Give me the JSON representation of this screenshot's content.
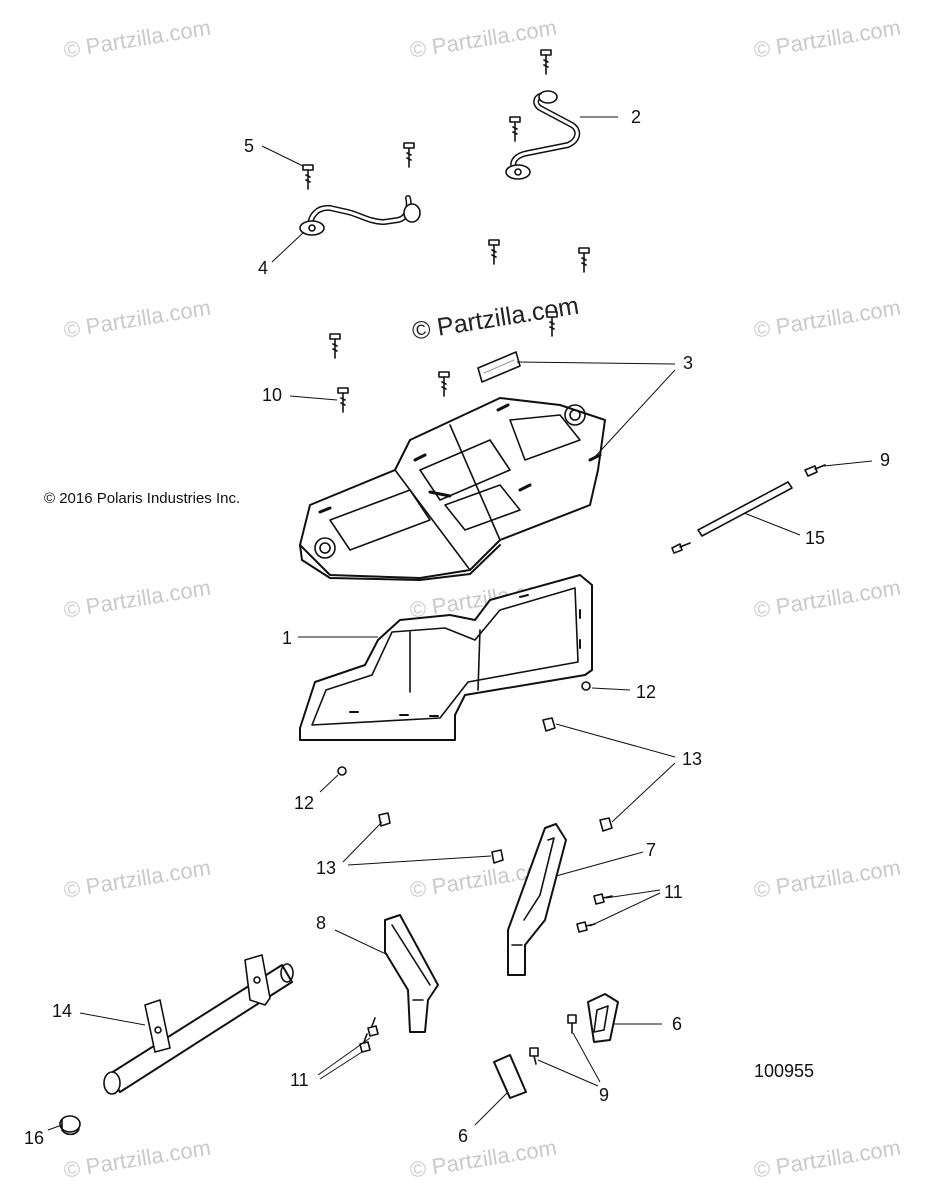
{
  "watermark": "© Partzilla.com",
  "copyright": "© 2016 Polaris Industries Inc.",
  "diagram_number": "100955",
  "callouts": {
    "c1": "1",
    "c2": "2",
    "c3": "3",
    "c4": "4",
    "c5": "5",
    "c6a": "6",
    "c6b": "6",
    "c7": "7",
    "c8": "8",
    "c9a": "9",
    "c9b": "9",
    "c10": "10",
    "c11a": "11",
    "c11b": "11",
    "c12a": "12",
    "c12b": "12",
    "c13a": "13",
    "c13b": "13",
    "c14": "14",
    "c15": "15",
    "c16": "16"
  }
}
